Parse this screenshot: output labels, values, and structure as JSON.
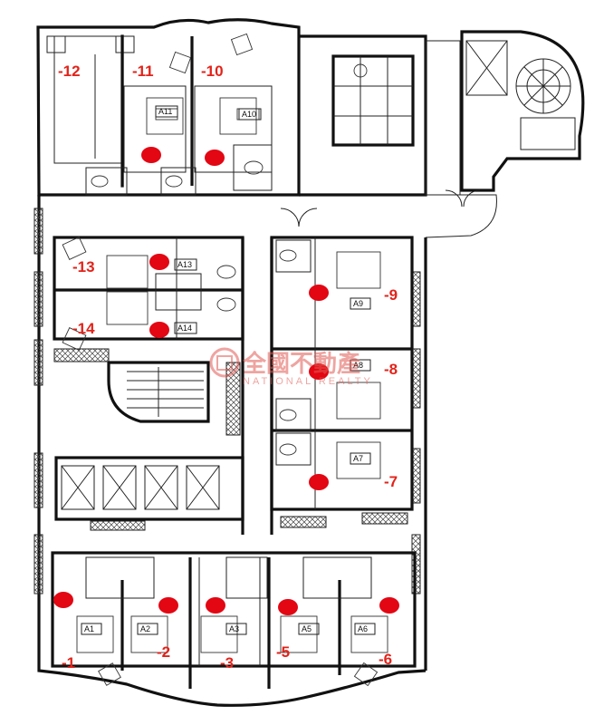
{
  "units": [
    {
      "id": "u12",
      "label": "-12",
      "tag": ""
    },
    {
      "id": "u11",
      "label": "-11",
      "tag": "A11"
    },
    {
      "id": "u10",
      "label": "-10",
      "tag": "A10"
    },
    {
      "id": "u13",
      "label": "-13",
      "tag": "A13"
    },
    {
      "id": "u14",
      "label": "-14",
      "tag": "A14"
    },
    {
      "id": "u9",
      "label": "-9",
      "tag": "A9"
    },
    {
      "id": "u8",
      "label": "-8",
      "tag": "A8"
    },
    {
      "id": "u7",
      "label": "-7",
      "tag": "A7"
    },
    {
      "id": "u1",
      "label": "-1",
      "tag": "A1"
    },
    {
      "id": "u2",
      "label": "-2",
      "tag": "A2"
    },
    {
      "id": "u3",
      "label": "-3",
      "tag": "A3"
    },
    {
      "id": "u5",
      "label": "-5",
      "tag": "A5"
    },
    {
      "id": "u6",
      "label": "-6",
      "tag": "A6"
    }
  ],
  "watermark": {
    "cn": "全國不動產",
    "en": "NATIONAL REALTY",
    "color": "#e15a54"
  },
  "colors": {
    "marker": "#e30613",
    "label": "#e2231a",
    "wall": "#111111"
  }
}
